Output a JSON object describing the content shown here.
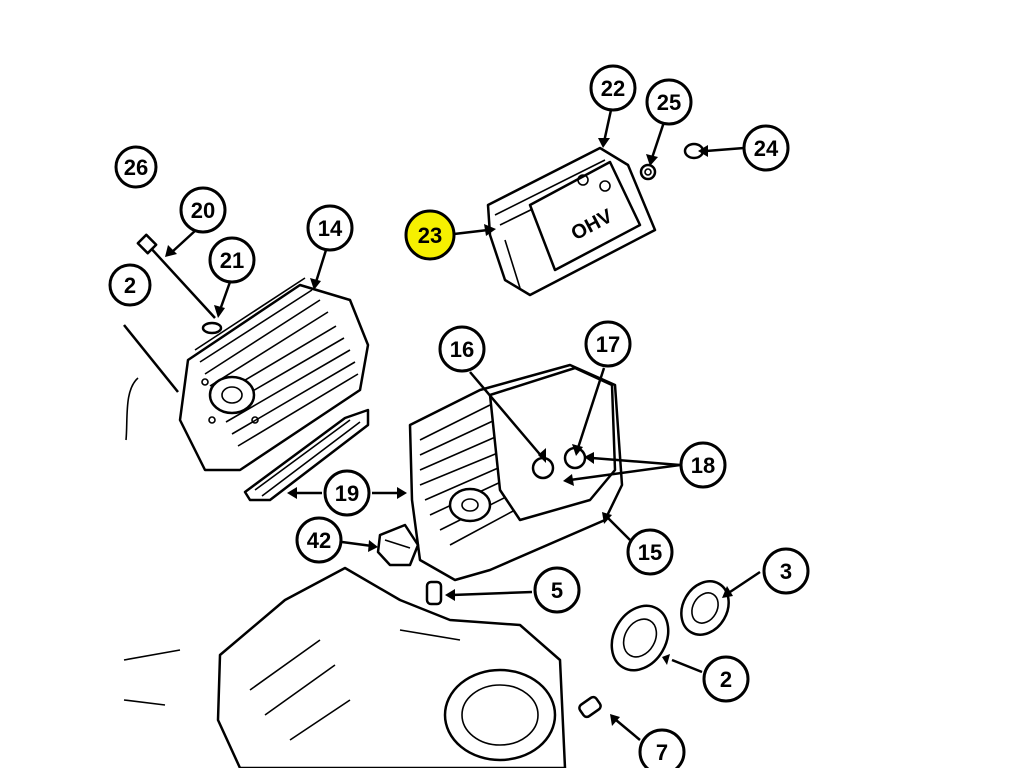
{
  "callouts": [
    {
      "id": "26",
      "label": "26",
      "highlight": false
    },
    {
      "id": "20",
      "label": "20",
      "highlight": false
    },
    {
      "id": "21",
      "label": "21",
      "highlight": false
    },
    {
      "id": "2a",
      "label": "2",
      "highlight": false
    },
    {
      "id": "14",
      "label": "14",
      "highlight": false
    },
    {
      "id": "22",
      "label": "22",
      "highlight": false
    },
    {
      "id": "25",
      "label": "25",
      "highlight": false
    },
    {
      "id": "24",
      "label": "24",
      "highlight": false
    },
    {
      "id": "23",
      "label": "23",
      "highlight": true
    },
    {
      "id": "16",
      "label": "16",
      "highlight": false
    },
    {
      "id": "17",
      "label": "17",
      "highlight": false
    },
    {
      "id": "18",
      "label": "18",
      "highlight": false
    },
    {
      "id": "19",
      "label": "19",
      "highlight": false
    },
    {
      "id": "42",
      "label": "42",
      "highlight": false
    },
    {
      "id": "15",
      "label": "15",
      "highlight": false
    },
    {
      "id": "5",
      "label": "5",
      "highlight": false
    },
    {
      "id": "3",
      "label": "3",
      "highlight": false
    },
    {
      "id": "2b",
      "label": "2",
      "highlight": false
    },
    {
      "id": "7",
      "label": "7",
      "highlight": false
    }
  ],
  "cover_logo": "OHV",
  "highlight_color": "#f6f000"
}
